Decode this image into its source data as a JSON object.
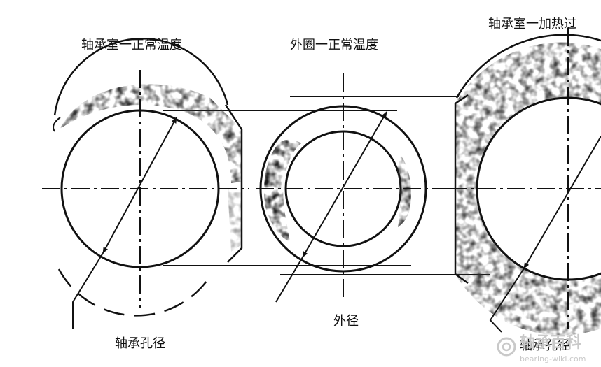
{
  "labels": {
    "housing_normal": "轴承室一正常温度",
    "outer_ring_normal": "外圈一正常温度",
    "housing_heated": "轴承室一加热过",
    "bore_left": "轴承孔径",
    "outer_diameter": "外径",
    "bore_right": "轴承孔径"
  },
  "watermark": {
    "logo_text": "轴承百科",
    "url": "bearing-wiki.com"
  },
  "colors": {
    "ink": "#111111",
    "shade": "#333333",
    "watermark": "#c9c9c9"
  }
}
